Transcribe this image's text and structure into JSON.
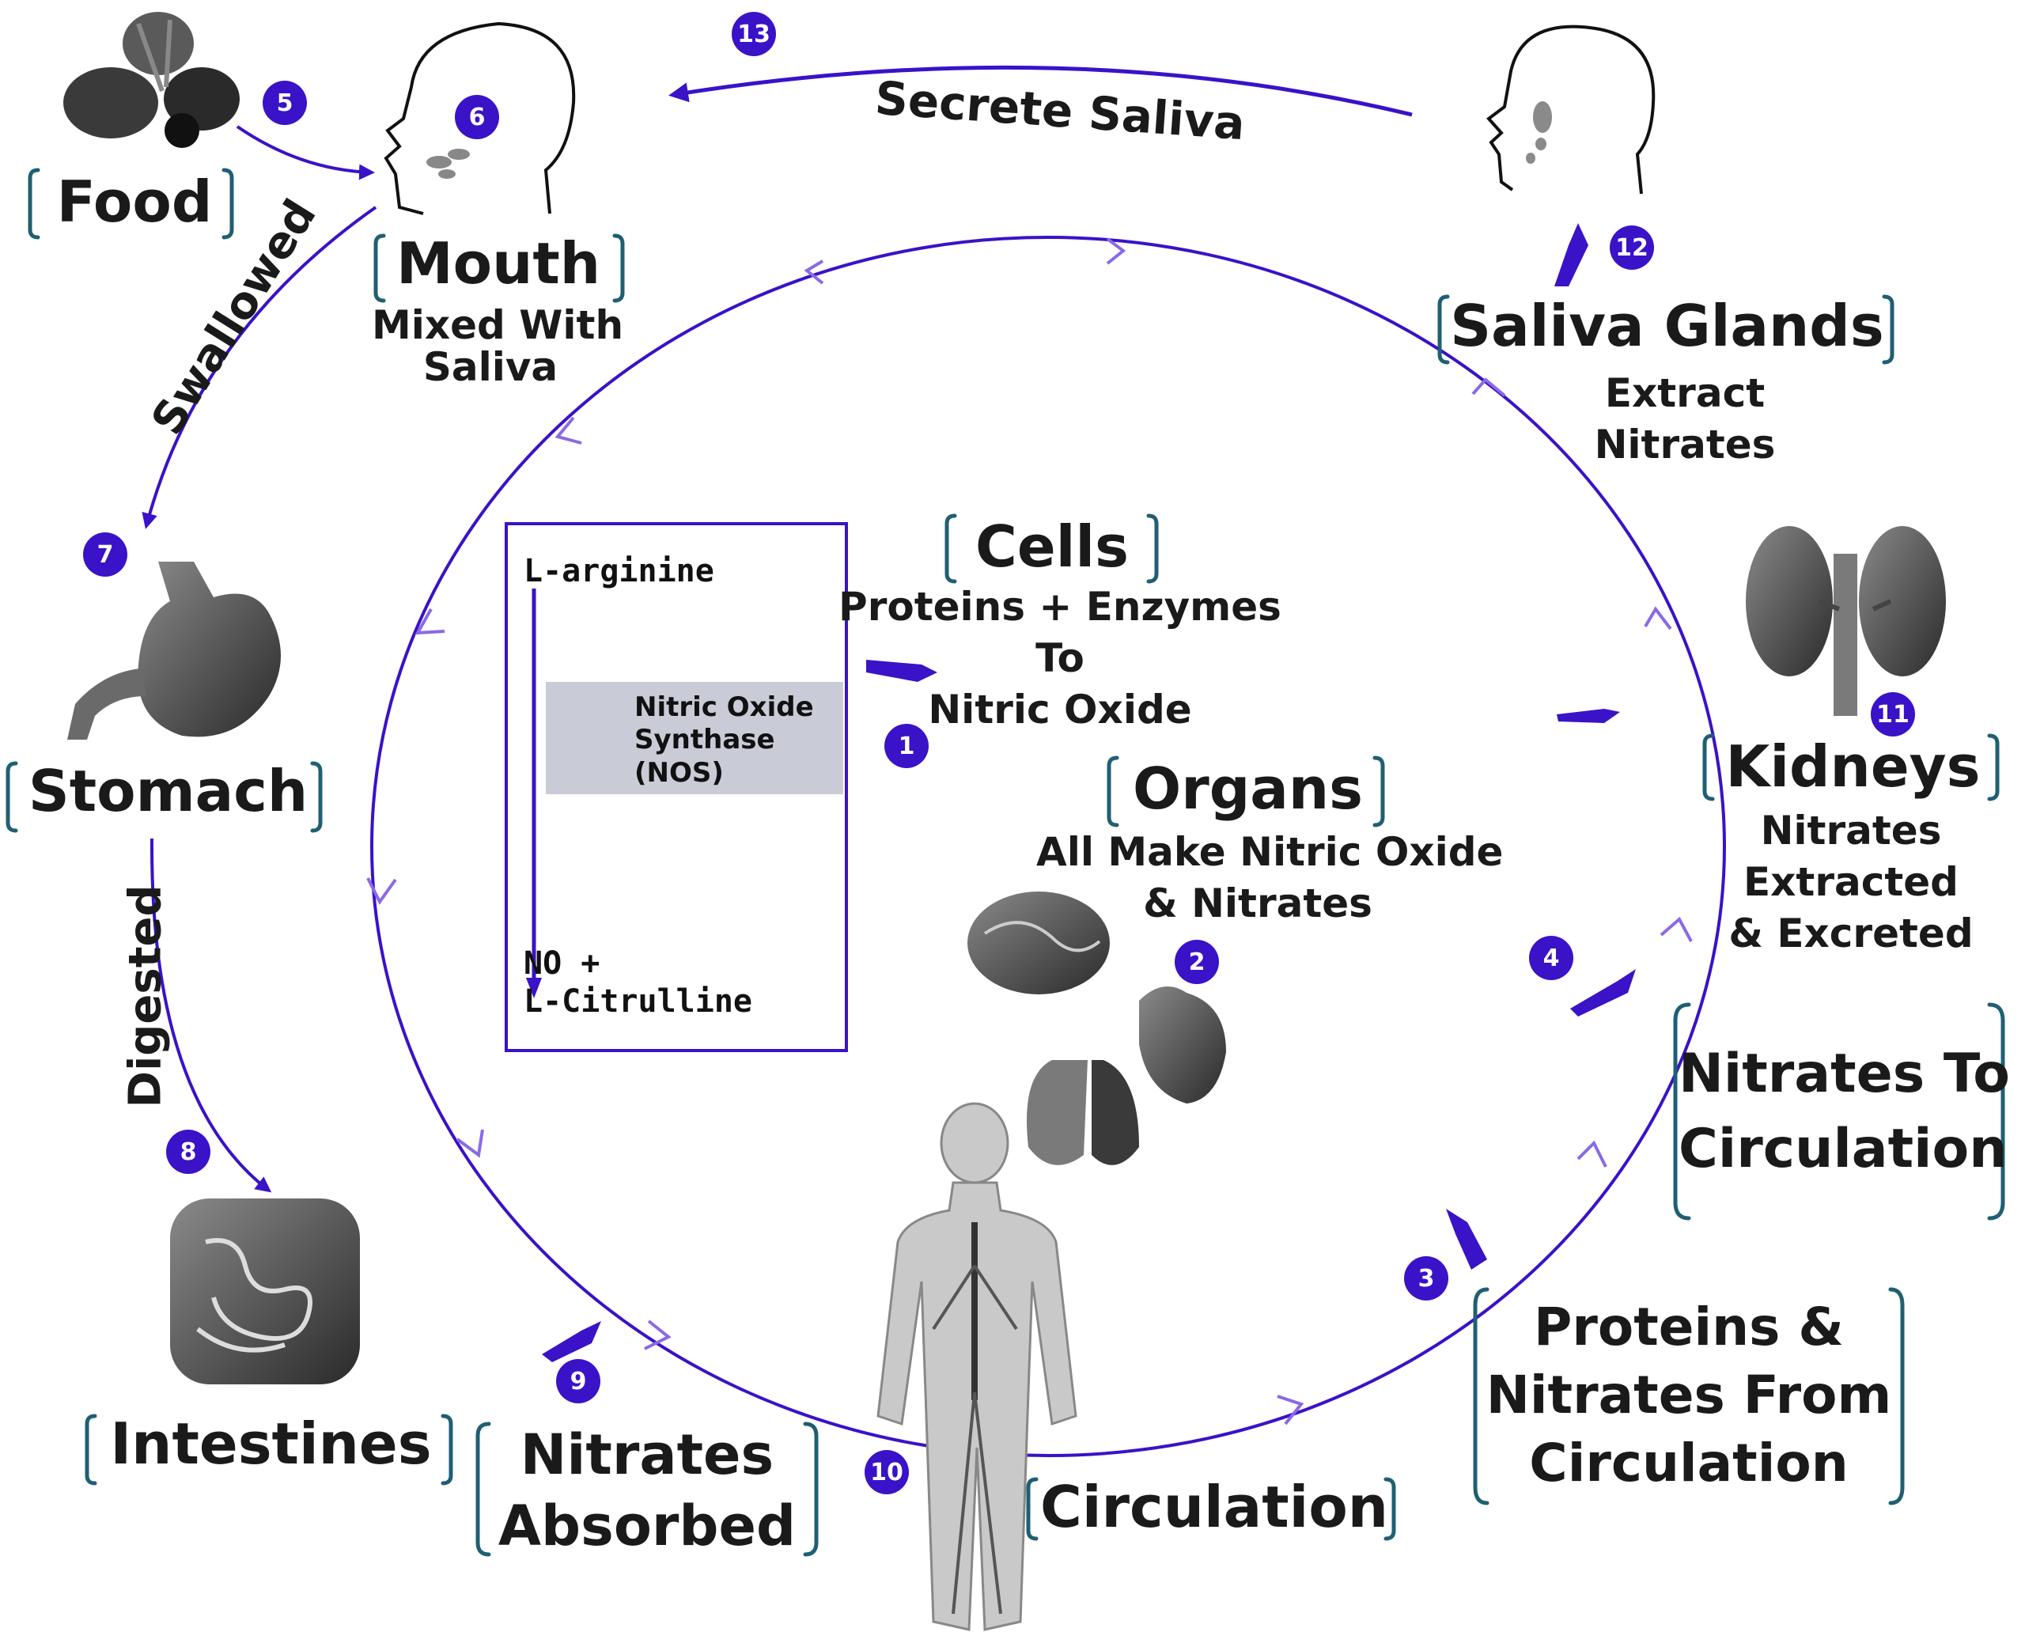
{
  "nodes": {
    "food": "Food",
    "mouth": "Mouth",
    "mouth_sub": [
      "Mixed With",
      "Saliva"
    ],
    "stomach": "Stomach",
    "intestines": "Intestines",
    "nitrates_absorbed": [
      "Nitrates",
      "Absorbed"
    ],
    "circulation": "Circulation",
    "proteins_nitrates": [
      "Proteins &",
      "Nitrates From",
      "Circulation"
    ],
    "nitrates_to_circulation": [
      "Nitrates To",
      "Circulation"
    ],
    "kidneys": "Kidneys",
    "kidneys_sub": [
      "Nitrates",
      "Extracted",
      "& Excreted"
    ],
    "saliva_glands": "Saliva Glands",
    "saliva_glands_sub": [
      "Extract",
      "Nitrates"
    ],
    "cells": "Cells",
    "cells_sub": [
      "Proteins + Enzymes",
      "To",
      "Nitric Oxide"
    ],
    "organs": "Organs",
    "organs_sub": [
      "All Make Nitric Oxide",
      "& Nitrates"
    ]
  },
  "arrows": {
    "swallowed": "Swallowed",
    "digested": "Digested",
    "secrete_saliva": "Secrete Saliva"
  },
  "inset": {
    "top": "L-arginine",
    "enzyme": [
      "Nitric Oxide",
      "Synthase",
      "(NOS)"
    ],
    "bottom": [
      "NO +",
      "L-Citrulline"
    ]
  },
  "badges": [
    "1",
    "2",
    "3",
    "4",
    "5",
    "6",
    "7",
    "8",
    "9",
    "10",
    "11",
    "12",
    "13"
  ],
  "colors": {
    "accent": "#3a12c8",
    "bracket": "#1f5f73",
    "text": "#1a1a1a"
  }
}
